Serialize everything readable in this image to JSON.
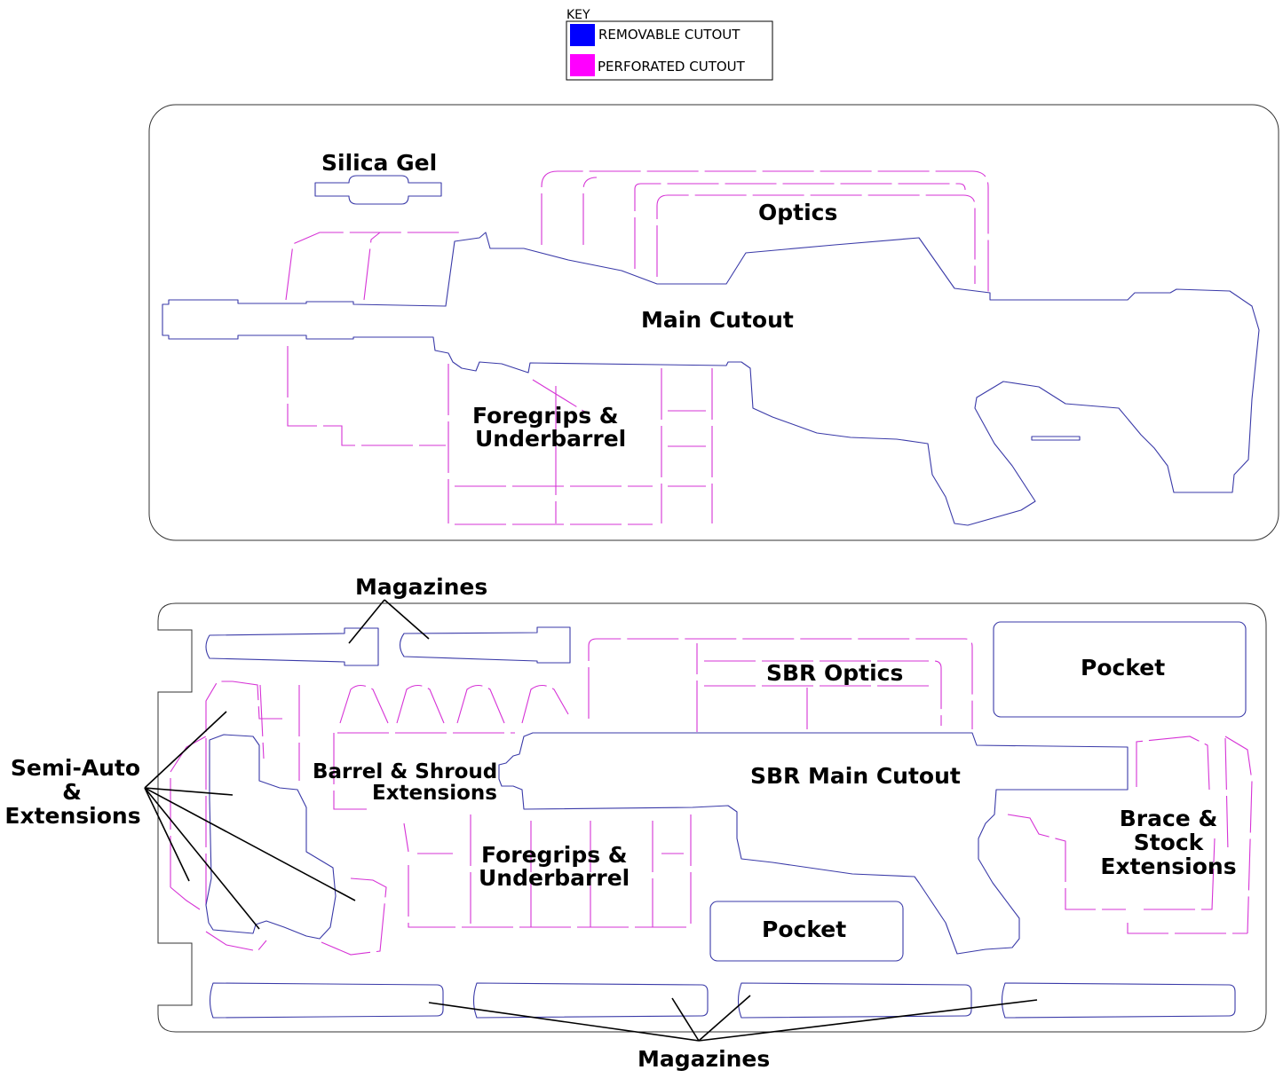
{
  "key": {
    "title": "KEY",
    "items": [
      {
        "label": "REMOVABLE CUTOUT",
        "color": "#0000ff"
      },
      {
        "label": "PERFORATED CUTOUT",
        "color": "#ff00ff"
      }
    ]
  },
  "top_panel": {
    "labels": {
      "silica_gel": "Silica Gel",
      "optics": "Optics",
      "main_cutout": "Main Cutout",
      "foregrips_line1": "Foregrips &",
      "foregrips_line2": "Underbarrel"
    }
  },
  "bottom_panel": {
    "labels": {
      "magazines_top": "Magazines",
      "sbr_optics": "SBR Optics",
      "pocket_right": "Pocket",
      "semi_auto_line1": "Semi-Auto",
      "semi_auto_line2": "&",
      "semi_auto_line3": "Extensions",
      "barrel_line1": "Barrel & Shroud",
      "barrel_line2": "Extensions",
      "sbr_main": "SBR  Main Cutout",
      "foregrips_line1": "Foregrips &",
      "foregrips_line2": "Underbarrel",
      "pocket_center": "Pocket",
      "brace_line1": "Brace &",
      "brace_line2": "Stock",
      "brace_line3": "Extensions",
      "magazines_bottom": "Magazines"
    }
  }
}
